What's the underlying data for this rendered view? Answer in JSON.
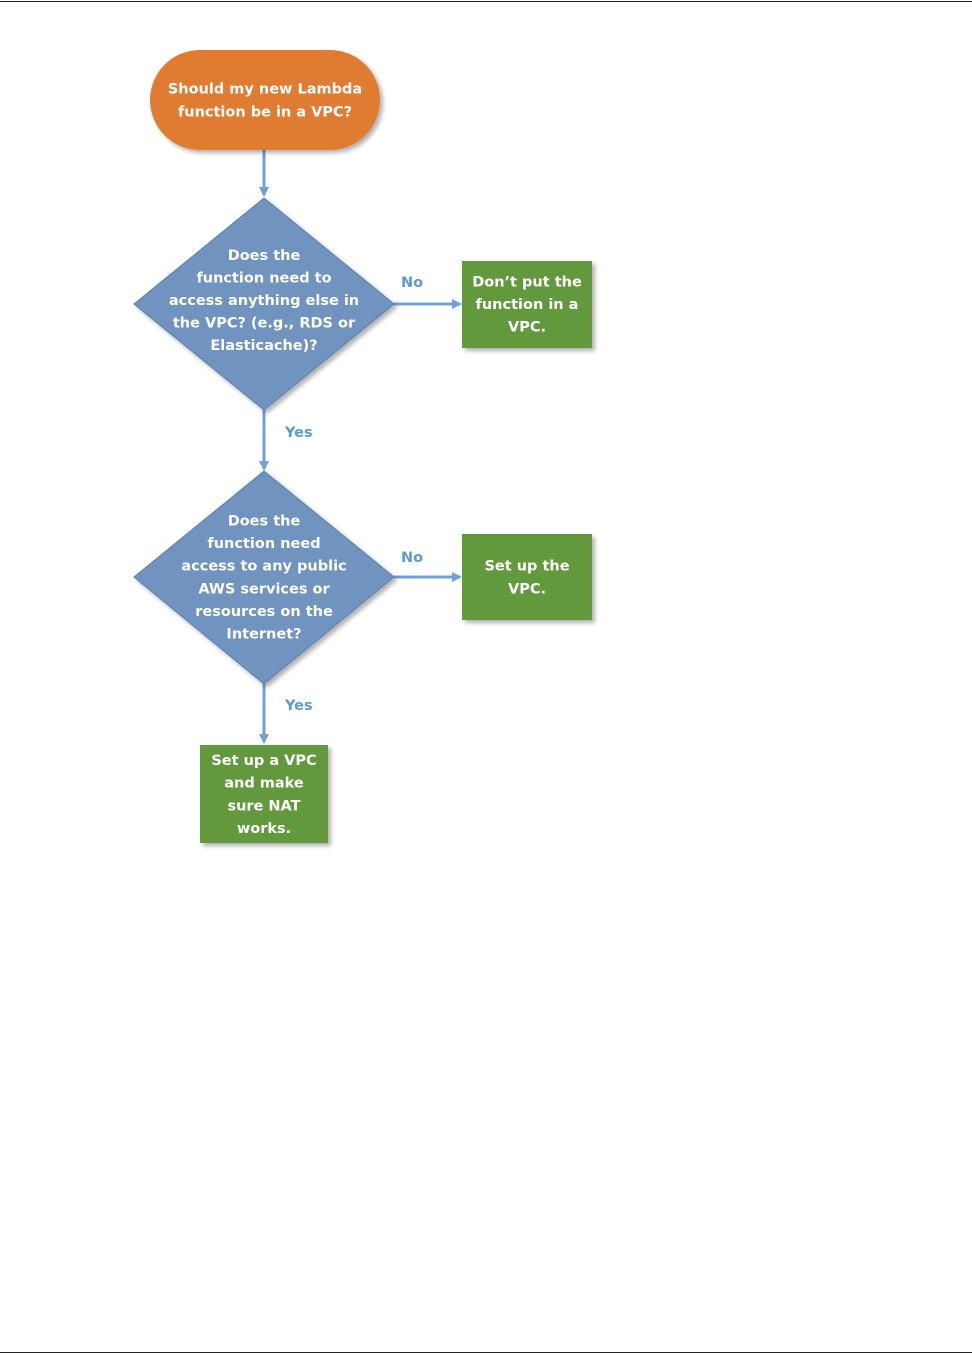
{
  "colors": {
    "start": "#e07b30",
    "decision": "#6f93c0",
    "outcome": "#63993d",
    "arrow": "#6fa0d8",
    "label": "#5b9bd5"
  },
  "nodes": {
    "start": {
      "lines": [
        "Should my new Lambda",
        "function be in a VPC?"
      ]
    },
    "decision1": {
      "lines": [
        "Does the",
        "function need to",
        "access anything else in",
        "the VPC? (e.g., RDS or",
        "Elasticache)?"
      ]
    },
    "outcome1": {
      "lines": [
        "Don’t put the",
        "function in a",
        "VPC."
      ]
    },
    "decision2": {
      "lines": [
        "Does the",
        "function need",
        "access to any public",
        "AWS services or",
        "resources on the",
        "Internet?"
      ]
    },
    "outcome2": {
      "lines": [
        "Set up the",
        "VPC."
      ]
    },
    "outcome3": {
      "lines": [
        "Set up a VPC",
        "and make",
        "sure NAT",
        "works."
      ]
    }
  },
  "edges": {
    "d1_no": "No",
    "d1_yes": "Yes",
    "d2_no": "No",
    "d2_yes": "Yes"
  }
}
